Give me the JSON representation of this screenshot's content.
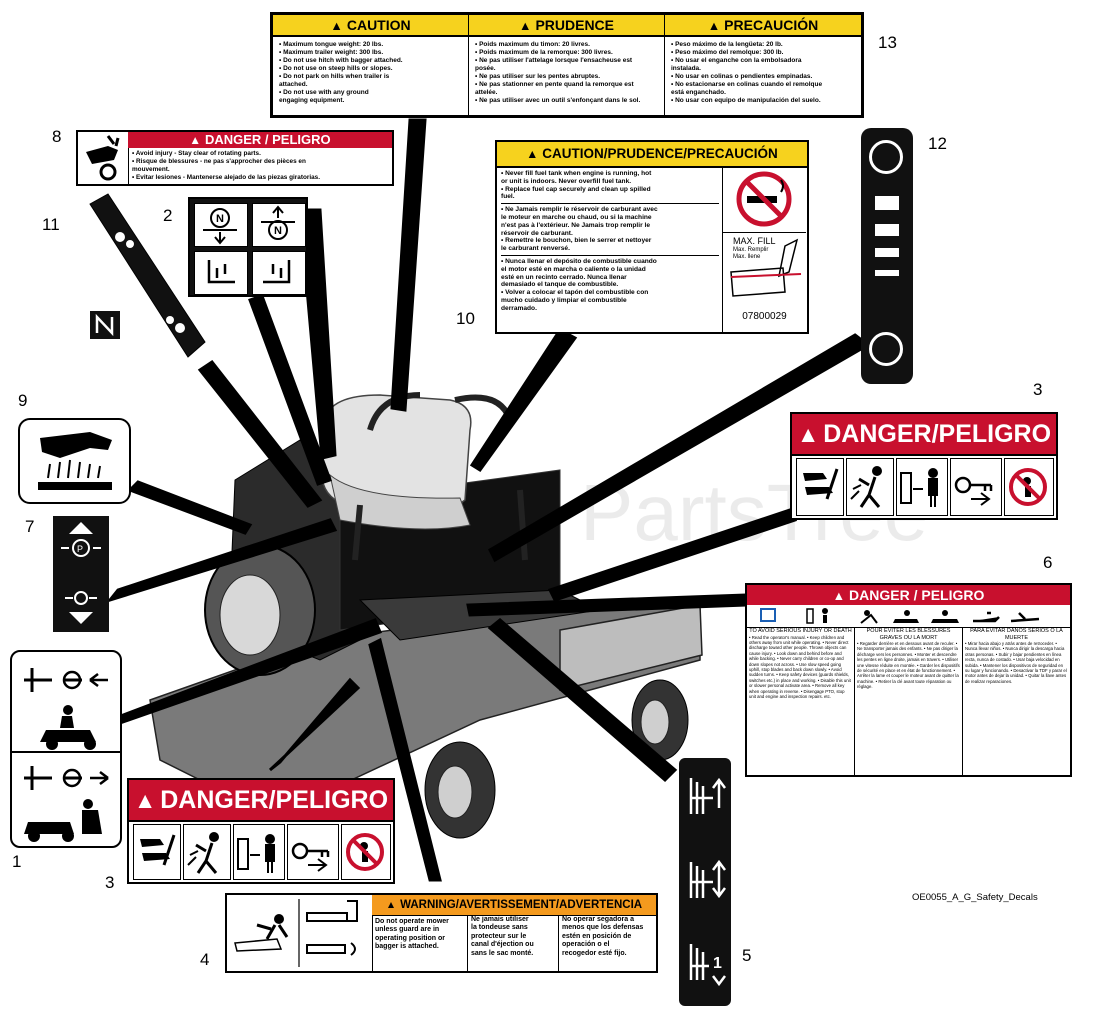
{
  "watermark": "PartsTree",
  "figure_id": "OE0055_A_G_Safety_Decals",
  "callouts": {
    "c1": "1",
    "c2": "2",
    "c3a": "3",
    "c3b": "3",
    "c4": "4",
    "c5": "5",
    "c6": "6",
    "c7": "7",
    "c8": "8",
    "c9": "9",
    "c10": "10",
    "c11": "11",
    "c12": "12",
    "c13": "13"
  },
  "decal13": {
    "headers": [
      "CAUTION",
      "PRUDENCE",
      "PRECAUCIÓN"
    ],
    "col1": [
      "• Maximum tongue weight: 20 lbs.",
      "• Maximum trailer weight: 300 lbs.",
      "• Do not use hitch with bagger attached.",
      "• Do not use on steep hills or slopes.",
      "• Do not park on hills when trailer is",
      "  attached.",
      "• Do not use with any ground",
      "  engaging equipment."
    ],
    "col2": [
      "• Poids maximum du timon: 20 livres.",
      "• Poids maximum de la remorque: 300 livres.",
      "• Ne pas utiliser l'attelage lorsque l'ensacheuse est",
      "  posée.",
      "• Ne pas utiliser sur les pentes abruptes.",
      "• Ne pas stationner en pente quand la remorque est",
      "  attelée.",
      "• Ne pas utiliser avec un outil s'enfonçant dans le sol."
    ],
    "col3": [
      "• Peso máximo de la lengüeta: 20 lb.",
      "• Peso máximo del remolque: 300 lb.",
      "• No usar el enganche con la embolsadora",
      "  instalada.",
      "• No usar en colinas o pendientes empinadas.",
      "• No estacionarse en colinas cuando el remolque",
      "  está enganchado.",
      "• No usar con equipo de manipulación del suelo."
    ]
  },
  "decal8": {
    "header": "DANGER / PELIGRO",
    "lines": [
      "• Avoid injury - Stay clear of rotating parts.",
      "• Risque de blessures - ne pas s'approcher des pièces en",
      "  mouvement.",
      "• Evitar lesiones - Mantenerse alejado de las piezas giratorias."
    ]
  },
  "decal10": {
    "header": "CAUTION/PRUDENCE/PRECAUCIÓN",
    "en": [
      "• Never fill fuel tank when engine is running, hot",
      "  or unit is indoors.  Never overfill fuel tank.",
      "• Replace fuel cap securely and clean up spilled",
      "  fuel."
    ],
    "fr": [
      "• Ne Jamais remplir le réservoir de carburant avec",
      "  le moteur en marche ou chaud, ou si la machine",
      "  n'est pas à l'extérieur.  Ne Jamais trop remplir le",
      "  réservoir de carburant.",
      "• Remettre le bouchon, bien le serrer et nettoyer",
      "  le carburant renversé."
    ],
    "es": [
      "• Nunca llenar el depósito de combustible cuando",
      "  el motor esté en marcha o caliente o la unidad",
      "  esté en un recinto cerrado.  Nunca llenar",
      "  demasiado el tanque de combustible.",
      "• Volver a colocar el tapón del combustible con",
      "  mucho cuidado y limpiar el combustible",
      "  derramado."
    ],
    "max_fill": "MAX. FILL",
    "max_fill_fr": "Max. Remplir",
    "max_fill_es": "Max. llene",
    "part_no": "07800029"
  },
  "decal3": {
    "header": "DANGER/PELIGRO"
  },
  "decal6": {
    "header": "DANGER / PELIGRO",
    "col_headers": [
      "TO AVOID SERIOUS INJURY OR DEATH",
      "POUR EVITER LES BLESSURES GRAVES OU LA MORT",
      "PARA EVITAR DAÑOS SERIOS O LA MUERTE"
    ],
    "col1": "• Read the operator's manual. • Keep children and others away from unit while operating. • Never direct discharge toward other people. Thrown objects can cause injury. • Look down and behind before and while backing. • Never carry children or co-op and down slopes not across. • Use slow speed going uphill, stop blades and back down slowly. • Avoid sudden turns. • Keep safety devices (guards shields, switches etc.) in place and working. • Disable this unit or slower personal activate area. • Remove all key when operating in reverse. • Disengage PTO, stop unit and engine and inspection repairs. etc.",
    "col2": "• Regarder derrière et en dessous avant de reculer. • Ne transporter jamais des enfants. • Ne pas diriger la décharge vers les personnes. • Monter et descendre les pentes en ligne droite, jamais en travers. • Utiliser une vitesse réduite en montée. • Garder les dispositifs de sécurité en place et en état de fonctionnement. • Arrêter la lame et couper le moteur avant de quitter la machine. • Retirer la clé avant toute réparation ou réglage.",
    "col3": "• Mirar hacia abajo y atrás antes de retroceder. • Nunca llevar niños. • Nunca dirigir la descarga hacia otras personas. • Subir y bajar pendientes en línea recta, nunca de costado. • Usar baja velocidad en subida. • Mantener los dispositivos de seguridad en su lugar y funcionando. • Desactivar la TDF y parar el motor antes de dejar la unidad. • Quitar la llave antes de realizar reparaciones."
  },
  "decal4": {
    "header": "WARNING/AVERTISSEMENT/ADVERTENCIA",
    "col1": [
      "Do not operate mower",
      "unless guard are in",
      "operating position or",
      "bagger is attached."
    ],
    "col2": [
      "Ne jamais utiliser",
      "la tondeuse sans",
      "protecteur sur le",
      "canal d'éjection ou",
      "sans le sac monté."
    ],
    "col3": [
      "No operar segadora a",
      "menos que los defensas",
      "estén en posición de",
      "operación o el",
      "recogedor esté fijo."
    ]
  }
}
